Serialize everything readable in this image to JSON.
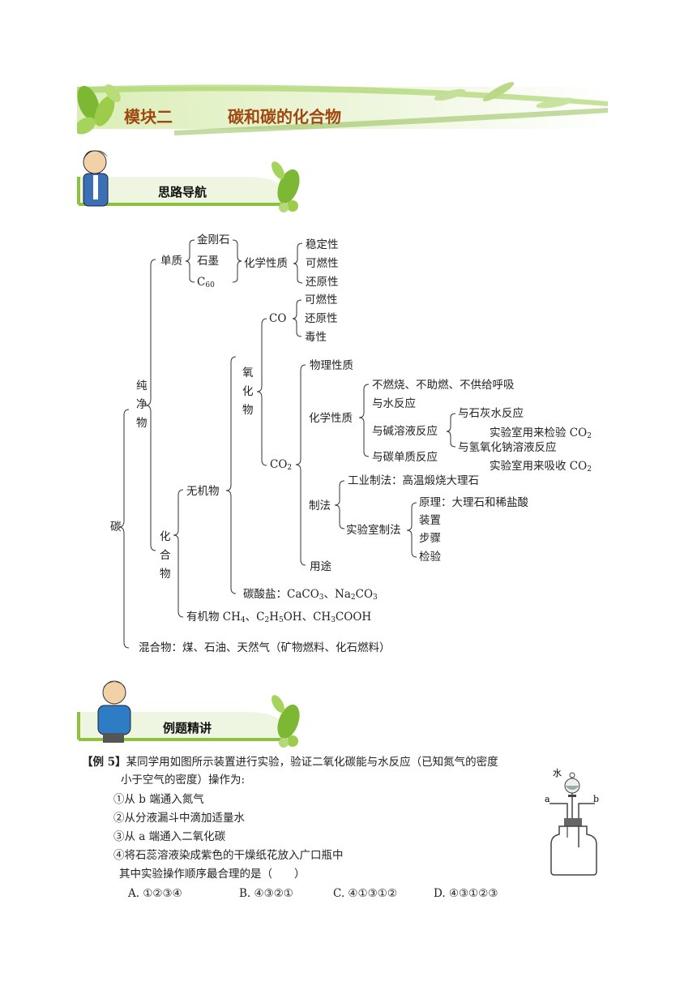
{
  "module": {
    "label": "模块二",
    "title": "碳和碳的化合物"
  },
  "section1": {
    "title": "思路导航"
  },
  "section2": {
    "title": "例题精讲"
  },
  "mindmap": {
    "root": "碳",
    "pure": [
      "纯",
      "净",
      "物"
    ],
    "element": "单质",
    "allotropes": [
      "金刚石",
      "石墨",
      "C60"
    ],
    "chem_props": "化学性质",
    "c_props": [
      "稳定性",
      "可燃性",
      "还原性"
    ],
    "compound": [
      "化",
      "合",
      "物"
    ],
    "inorganic": "无机物",
    "oxide": [
      "氧",
      "化",
      "物"
    ],
    "co": "CO",
    "co_props": [
      "可燃性",
      "还原性",
      "毒性"
    ],
    "co2": "CO2",
    "physical": "物理性质",
    "co2_chem": "化学性质",
    "co2_reactions": [
      "不燃烧、不助燃、不供给呼吸",
      "与水反应",
      "与碱溶液反应",
      "与碳单质反应"
    ],
    "alkali": [
      "与石灰水反应",
      "与氢氧化钠溶液反应"
    ],
    "alkali_use": [
      "实验室用来检验 CO2",
      "实验室用来吸收 CO2"
    ],
    "prep": "制法",
    "industrial": "工业制法：高温煅烧大理石",
    "lab": "实验室制法",
    "lab_items": [
      "原理：大理石和稀盐酸",
      "装置",
      "步骤",
      "检验"
    ],
    "use": "用途",
    "carbonate": "碳酸盐：CaCO3、Na2CO3",
    "organic": "有机物 CH4、C2H5OH、CH3COOH",
    "mixture": "混合物：煤、石油、天然气（矿物燃料、化石燃料）"
  },
  "example": {
    "tag": "【例 5】",
    "stem_line1": "某同学用如图所示装置进行实验，验证二氧化碳能与水反应（已知氮气的密度",
    "stem_line2": "小于空气的密度）操作为:",
    "steps": [
      "①从 b 端通入氮气",
      "②从分液漏斗中滴加适量水",
      "③从 a 端通入二氧化碳",
      "④将石蕊溶液染成紫色的干燥纸花放入广口瓶中"
    ],
    "ask": "其中实验操作顺序最合理的是（　　）",
    "options": [
      "A. ①②③④",
      "B. ④③②①",
      "C. ④①③①②",
      "D. ④③①②③"
    ],
    "figure_labels": {
      "water": "水",
      "a": "a",
      "b": "b"
    }
  },
  "colors": {
    "title": "#a0470f",
    "leaf_dark": "#6aa424",
    "leaf_light": "#c8e39a"
  }
}
